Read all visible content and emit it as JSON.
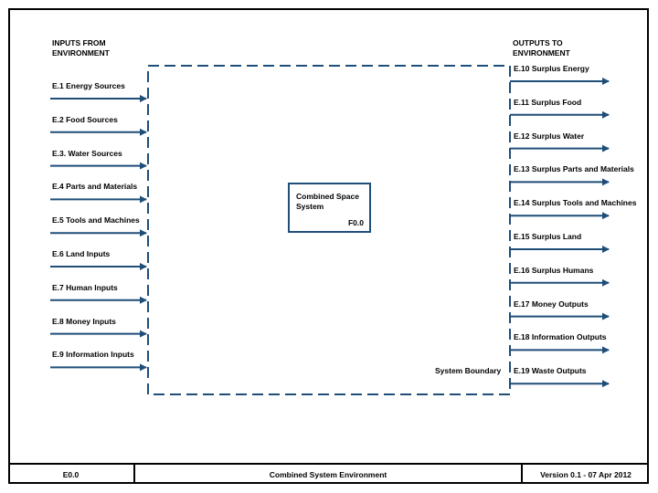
{
  "diagram": {
    "inputs_heading": [
      "INPUTS FROM",
      "ENVIRONMENT"
    ],
    "outputs_heading": [
      "OUTPUTS TO",
      "ENVIRONMENT"
    ],
    "inputs": [
      "E.1 Energy Sources",
      "E.2 Food Sources",
      "E.3. Water Sources",
      "E.4 Parts and Materials",
      "E.5 Tools and Machines",
      "E.6 Land Inputs",
      "E.7 Human Inputs",
      "E.8 Money Inputs",
      "E.9 Information Inputs"
    ],
    "outputs": [
      "E.10 Surplus Energy",
      "E.11 Surplus Food",
      "E.12 Surplus Water",
      "E.13 Surplus Parts and Materials",
      "E.14 Surplus Tools and Machines",
      "E.15 Surplus Land",
      "E.16 Surplus Humans",
      "E.17 Money Outputs",
      "E.18 Information Outputs",
      "E.19 Waste Outputs"
    ],
    "function_box": {
      "name_lines": [
        "Combined Space",
        "System"
      ],
      "id": "F0.0"
    },
    "boundary_label": "System Boundary",
    "colors": {
      "arrow": "#1f4e79",
      "boundary": "#1f4e79",
      "frame": "#000000"
    }
  },
  "footer": {
    "id": "E0.0",
    "title": "Combined System Environment",
    "version": "Version 0.1 - 07 Apr 2012"
  }
}
